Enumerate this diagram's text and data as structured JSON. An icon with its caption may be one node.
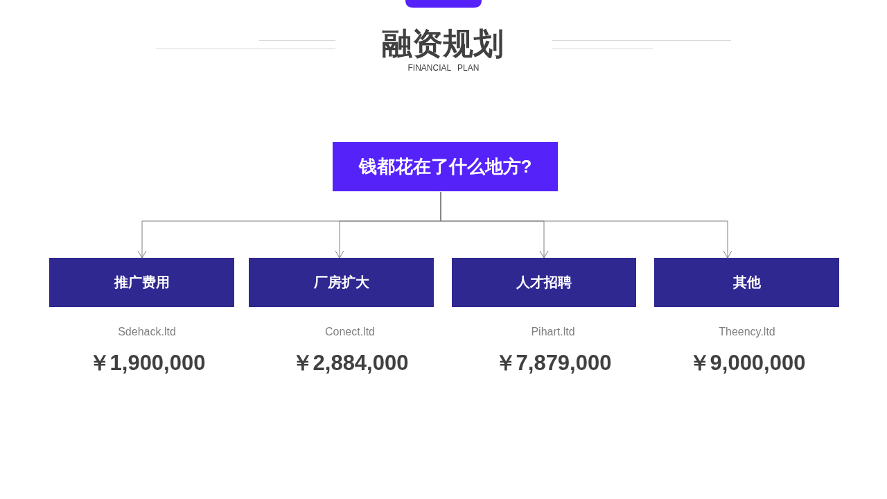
{
  "diagram": {
    "title": "融资规划",
    "nodes": [
      {
        "text": [
          "钱都花在了什么地方?"
        ]
      },
      {
        "text": [
          "推广费用"
        ],
        "beside": [
          "Sdehack.ltd",
          "￥1,900,000"
        ]
      },
      {
        "text": [
          "厂房扩大"
        ],
        "beside": [
          "Conect.ltd",
          "￥2,884,000"
        ]
      },
      {
        "text": [
          "人才招聘"
        ],
        "beside": [
          "Pihart.ltd",
          "￥7,879,000"
        ]
      },
      {
        "text": [
          "其他"
        ],
        "beside": [
          "Theency.ltd",
          "￥9,000,000"
        ]
      }
    ],
    "edges": [
      {
        "from": 0,
        "to": 1,
        "arrow": "to"
      },
      {
        "from": 0,
        "to": 2,
        "arrow": "to"
      },
      {
        "from": 0,
        "to": 3,
        "arrow": "to"
      },
      {
        "from": 0,
        "to": 4,
        "arrow": "to"
      }
    ],
    "labels": [
      "FINANCIAL PLAN"
    ]
  }
}
